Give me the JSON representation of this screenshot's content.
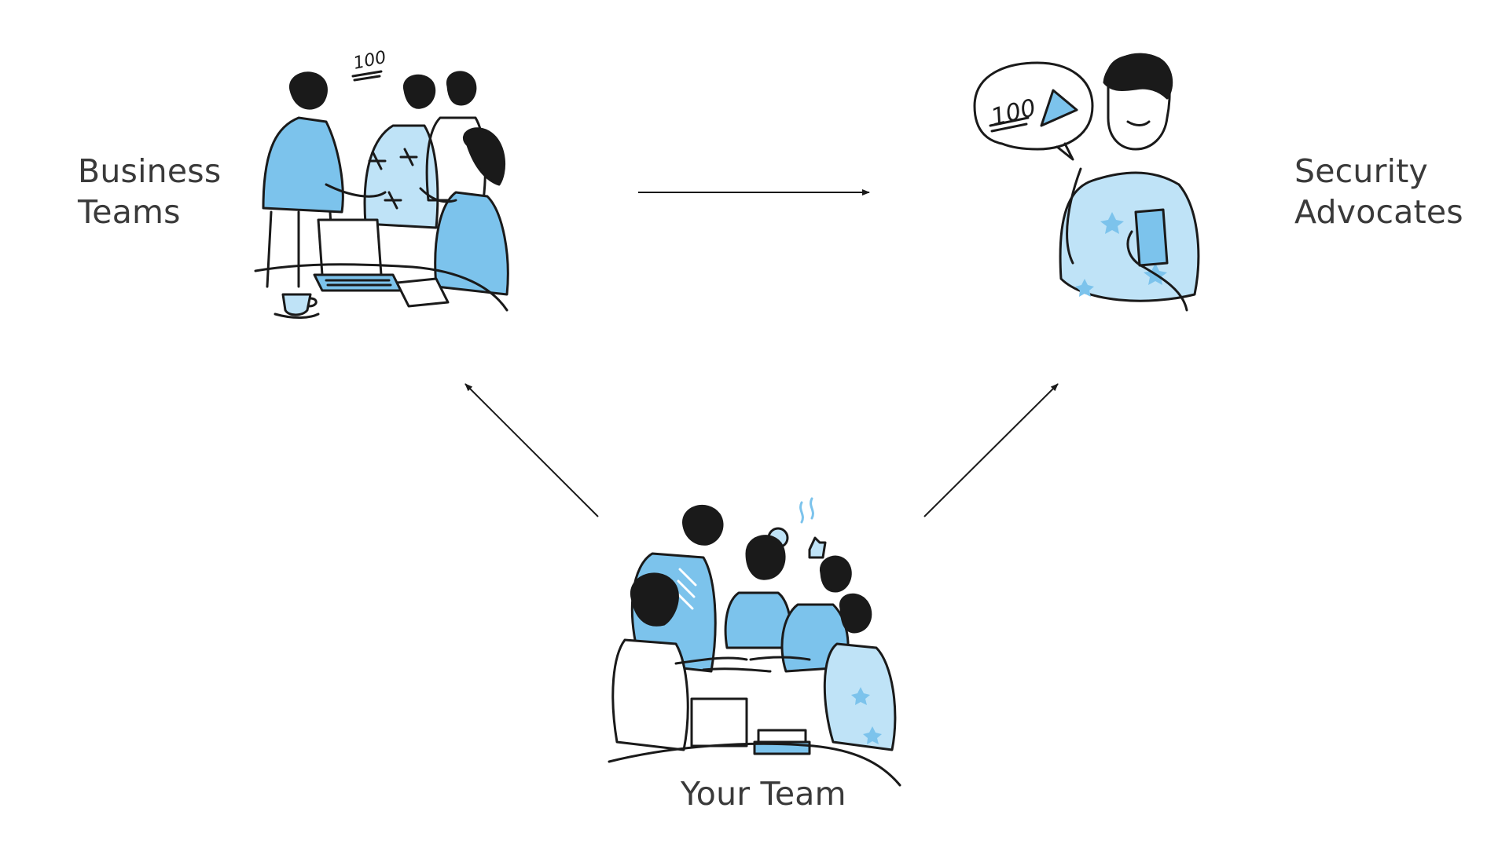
{
  "nodes": {
    "business": {
      "line1": "Business",
      "line2": "Teams"
    },
    "security": {
      "line1": "Security",
      "line2": "Advocates"
    },
    "team": {
      "label": "Your Team"
    }
  },
  "badges": {
    "hundred": "100"
  },
  "colors": {
    "accent": "#7cc3ec",
    "accent_light": "#bfe3f7",
    "ink": "#1a1a1a",
    "label": "#3a3a3a",
    "background": "#ffffff"
  },
  "edges": [
    {
      "from": "business",
      "to": "security"
    },
    {
      "from": "team",
      "to": "business"
    },
    {
      "from": "team",
      "to": "security"
    }
  ]
}
